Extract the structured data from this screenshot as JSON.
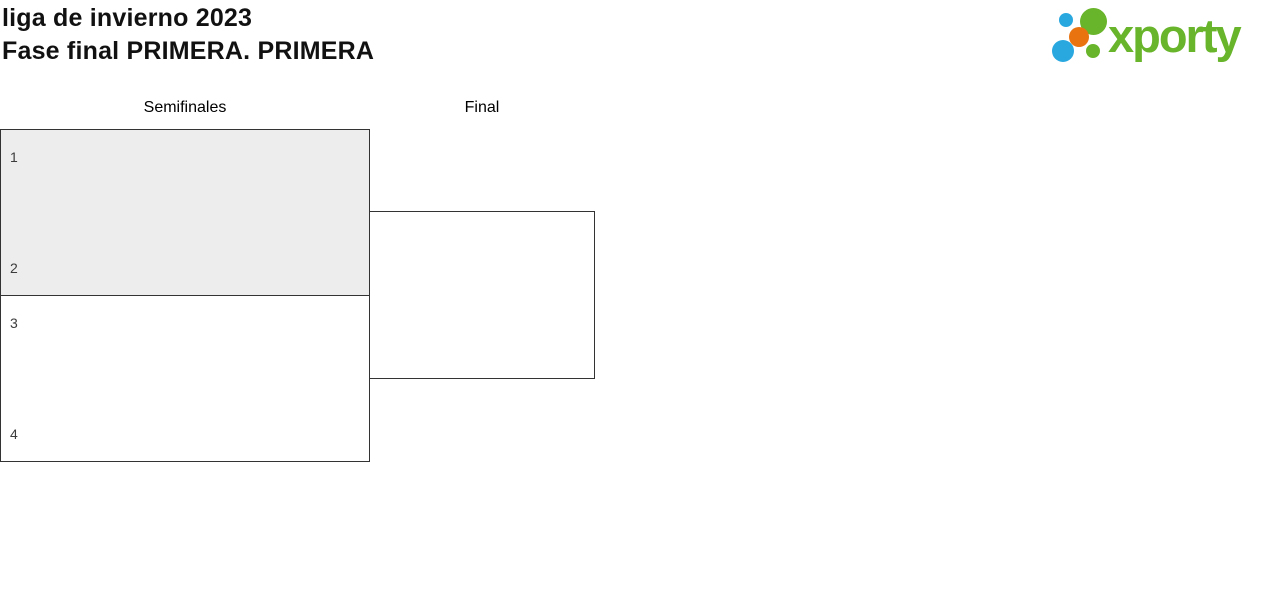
{
  "header": {
    "title_line1": "liga de invierno 2023",
    "title_line2": "Fase final PRIMERA. PRIMERA"
  },
  "logo": {
    "wordmark": "xporty",
    "brand_green": "#68b42a",
    "brand_blue": "#29a8e0",
    "brand_orange": "#e8730f"
  },
  "bracket": {
    "rounds": [
      {
        "label": "Semifinales"
      },
      {
        "label": "Final"
      }
    ],
    "semifinal_1": {
      "slots": [
        "1",
        "2"
      ]
    },
    "semifinal_2": {
      "slots": [
        "3",
        "4"
      ]
    },
    "final": {
      "slots": [
        "",
        ""
      ]
    },
    "styles": {
      "highlight_fill": "#ededed",
      "border_color": "#333333"
    }
  }
}
